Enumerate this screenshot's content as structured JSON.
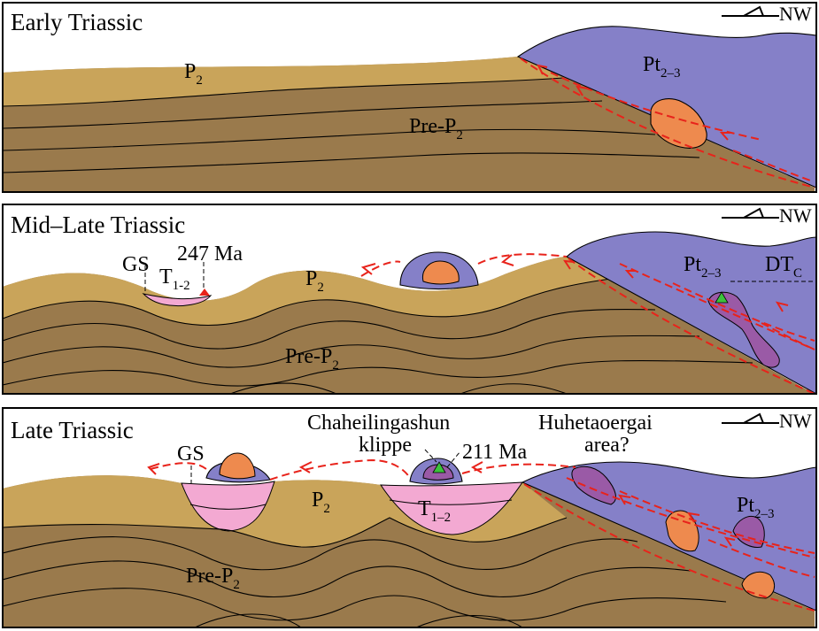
{
  "north_label": "NW",
  "panels": [
    {
      "title": "Early Triassic",
      "labels": {
        "p2": "P",
        "p2_sub": "2",
        "prep2": "Pre-P",
        "prep2_sub": "2",
        "pt": "Pt",
        "pt_sub": "2–3"
      }
    },
    {
      "title": "Mid–Late Triassic",
      "labels": {
        "gs": "GS",
        "t12": "T",
        "t12_sub": "1-2",
        "age": "247 Ma",
        "p2": "P",
        "p2_sub": "2",
        "prep2": "Pre-P",
        "prep2_sub": "2",
        "pt": "Pt",
        "pt_sub": "2–3",
        "dtc": "DT",
        "dtc_sub": "C"
      }
    },
    {
      "title": "Late Triassic",
      "labels": {
        "gs": "GS",
        "klippe1": "Chaheilingashun",
        "klippe2": "klippe",
        "age": "211 Ma",
        "area1": "Huhetaoergai",
        "area2": "area?",
        "p2": "P",
        "p2_sub": "2",
        "t12": "T",
        "t12_sub": "1–2",
        "prep2": "Pre-P",
        "prep2_sub": "2",
        "pt": "Pt",
        "pt_sub": "2–3"
      }
    }
  ],
  "colors": {
    "p2_layer": "#c9a45a",
    "pre_p2_layer": "#9a7a4c",
    "proterozoic": "#8580c8",
    "granite": "#ee8a4e",
    "intrusion": "#9a5aa6",
    "triassic_basin": "#f3a9d2",
    "fault": "#e8231b"
  }
}
